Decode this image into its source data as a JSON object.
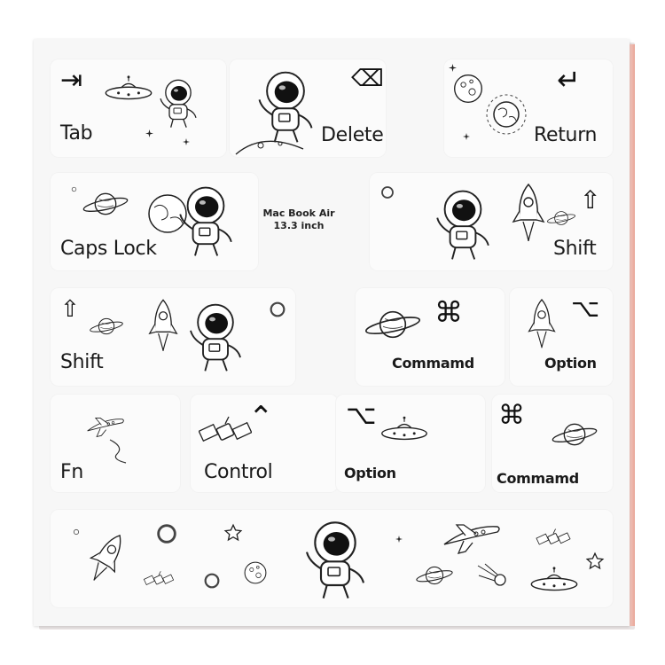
{
  "model": {
    "line1": "Mac Book Air",
    "line2": "13.3 inch"
  },
  "keys": {
    "tab": "Tab",
    "delete": "Delete",
    "return": "Return",
    "caps_lock": "Caps Lock",
    "shift_right": "Shift",
    "shift_left": "Shift",
    "command_right": "Commamd",
    "option_right": "Option",
    "fn": "Fn",
    "control": "Control",
    "option_left": "Option",
    "command_left": "Commamd"
  },
  "symbols": {
    "tab": "⇥",
    "delete": "⌫",
    "return": "↵",
    "shift": "⇧",
    "command": "⌘",
    "option": "⌥",
    "control": "⌃"
  }
}
